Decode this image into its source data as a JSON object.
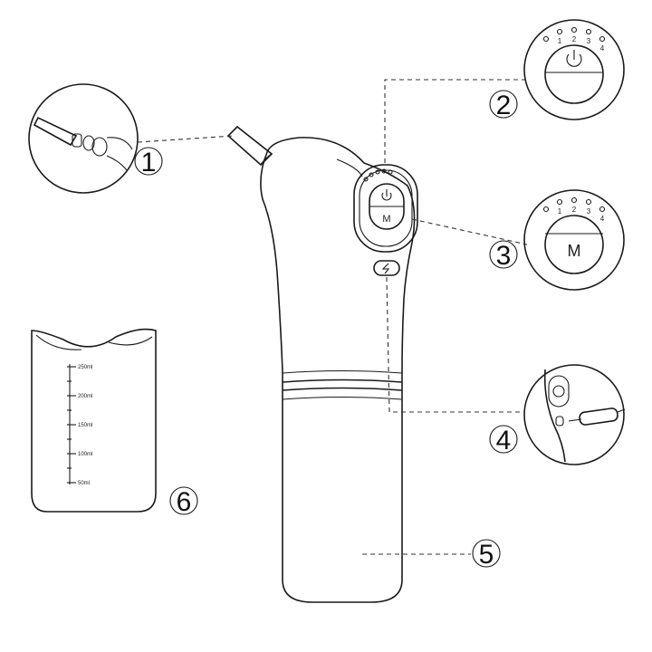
{
  "callouts": [
    "1",
    "2",
    "3",
    "4",
    "5",
    "6"
  ],
  "mode_button_label": "M",
  "level_labels": [
    "1",
    "2",
    "3",
    "4"
  ],
  "beaker_marks": [
    "250ml",
    "200ml",
    "150ml",
    "100ml",
    "50ml"
  ]
}
